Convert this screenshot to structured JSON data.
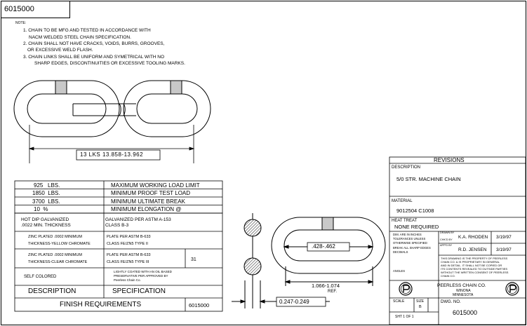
{
  "drawing_number": "6015000",
  "notes": {
    "heading": "NOTE:",
    "lines": [
      "1. CHAIN TO BE MFG AND TESTED IN ACCORDANCE WITH",
      "NACM WELDED STEEL CHAIN SPECIFICATION.",
      "2. CHAIN SHALL NOT HAVE CRACKS, VOIDS, BURRS, GROOVES,",
      "OR EXCESSIVE WELD FLASH.",
      "3. CHAIN LINKS SHALL BE UNIFORM AND SYMETRICAL WITH NO",
      "SHARP EDGES, DISCONTINUITIES OR EXCESSIVE TOOLING MARKS."
    ]
  },
  "dimensions": {
    "length_13_links": "13 LKS 13.858-13.962",
    "inside_width": ".428-.462",
    "outside_width": "1.066-1.074",
    "ref": "REF.",
    "wire_diameter": "0.247-0.249"
  },
  "load_table": [
    {
      "value": "925   LBS.",
      "label": "MAXIMUM WORKING LOAD LIMIT"
    },
    {
      "value": "1850  LBS.",
      "label": "MINIMUM PROOF TEST LOAD"
    },
    {
      "value": "3700  LBS.",
      "label": "MINIMUM ULTIMATE BREAK"
    },
    {
      "value": "10  %",
      "label": "MINIMUM ELONGATION @"
    }
  ],
  "finish_table": {
    "rows": [
      {
        "description": [
          "HOT DIP GALVANIZED",
          ".0022 MIN. THICKNESS"
        ],
        "specification": [
          "GALVANIZED PER ASTM A-153",
          "CLASS B-3"
        ]
      },
      {
        "description": [
          "ZINC PLATED .0002 MINIMUM",
          "THICKNESS-YELLOW CHROMATE"
        ],
        "specification": [
          "PLATE PER ASTM B-633",
          "CLASS FE/ZN5 TYPE II"
        ]
      },
      {
        "description": [
          "ZINC PLATED .0002 MINIMUM",
          "THICKNESS-CLEAR CHROMATE"
        ],
        "specification": [
          "PLATE PER ASTM B-633",
          "CLASS FE/ZN5 TYPE III"
        ],
        "code": "31"
      },
      {
        "description": [
          "SELF COLORED"
        ],
        "specification": [
          "LIGHTLY COATED WITH AN OIL BASED",
          "PRESERVATIVE PER APPROVED BY",
          "Peerless Chain Co."
        ]
      }
    ],
    "col_description": "DESCRIPTION",
    "col_specification": "SPECIFICATION",
    "footer_title": "FINISH REQUIREMENTS",
    "footer_number": "6015000"
  },
  "title_block": {
    "revisions": "REVISIONS",
    "description_label": "DESCRIPTION",
    "description": "5/0 STR. MACHINE CHAIN",
    "material_label": "MATERIAL",
    "material": "9012504 C1008",
    "heat_treat_label": "HEAT TREAT",
    "heat_treat": "NONE REQUIRED",
    "tolerance_lines": [
      "DIM. ARE IN INCHES",
      "TOLERANCES UNLESS",
      "OTHERWISE SPECIFIED:"
    ],
    "edges_lines": [
      "BREAK ALL SHARP EDGES",
      "DECIMALS"
    ],
    "angles": "ANGLES",
    "drawn_by_label": "DRAWN BY",
    "drawn_by": "K.A. RHODEN",
    "drawn_date": "3/19/97",
    "checked_by_label": "CHK'D BY",
    "approved_by_label": "APP'D BY",
    "approved_by": "R.D. JENSEN",
    "approved_date": "3/19/97",
    "proprietary": [
      "THIS DRAWING IS THE PROPERTY OF PEERLESS",
      "CHAIN CO. & IS PROPRIETARY IN GENERAL",
      "AND IN DETAIL. IT SHALL NOT BE COPIED OR",
      "ITS CONTENTS REVEALED TO OUTSIDE PARTIES",
      "WITHOUT THE WRITTEN CONSENT OF PEERLESS",
      "CHAIN CO."
    ],
    "company": "PEERLESS CHAIN CO.",
    "city": "WINONA",
    "state": "MINNESOTA",
    "scale_label": "SCALE",
    "size_label": "SIZE",
    "size": "B",
    "dwg_no_label": "DWG. NO.",
    "dwg_no": "6015000",
    "sheet": "SHT 1 OF 1"
  },
  "colors": {
    "ink": "#000000",
    "weld": "#bdbdbd",
    "section": "#8a8a8a"
  }
}
